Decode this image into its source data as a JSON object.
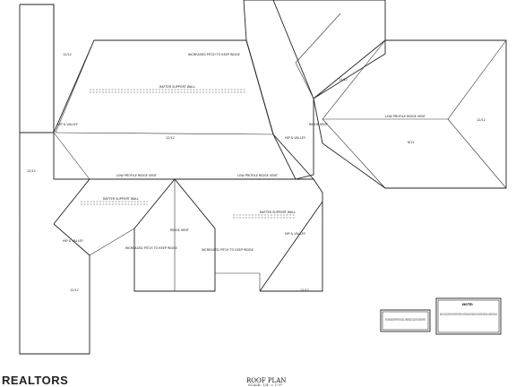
{
  "brand": "REALTORS",
  "plan_title": "ROOF PLAN",
  "plan_scale": "SCALE: 1/4\" = 1'-0\"",
  "labels": {
    "pitch": "12/12",
    "pitch_small": "6/12",
    "rafter_support_wall": "RAFTER SUPPORT WALL",
    "low_profile_ridge_vent": "LOW PROFILE RIDGE VENT",
    "ridge_vent": "RIDGE VENT",
    "hip_valley": "HIP & VALLEY",
    "increased_pitch_to_keep_ridge": "INCREASED PITCH TO KEEP RIDGE",
    "note_small": "NOTE: RIDGE BEAM SUPPORT PER STRUCTURAL - FRAMED RIDGES TO ADD STRUT AND PER SUPPORT",
    "note_main_heading": "NOTE:",
    "note_main": "FRAME ALL ROOF VALLEYS SUPPORT VALLEY JOISTS WITH STRUT PER SECTION - SUPPORT RIDGES AND HIPS TO BEARING WALLS - PROVIDE POSITIVE CONNECTIONS AT ALL BEARING POINTS AND VENTS"
  }
}
